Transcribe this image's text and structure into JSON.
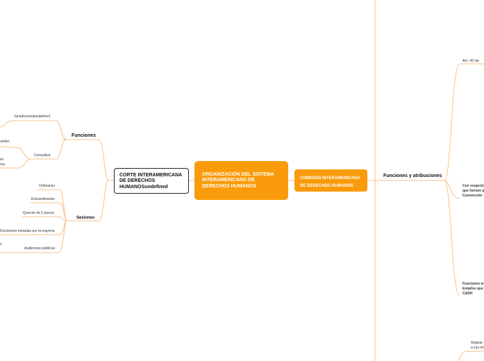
{
  "main_node": {
    "label": "ORGANIZACIÓN DEL SISTEMA INTERAMERICANO DE DERECHOS HUMANOS"
  },
  "left_branch": {
    "label": "CORTE INTERAMERICANA DE DERECHOS HUMANOSundefined",
    "funciones": {
      "label": "Funciones",
      "items": [
        "Jurisdiccionalundefined",
        "Consultiva"
      ],
      "cut_texts": [
        "usden",
        "ier",
        "rsa"
      ]
    },
    "sesiones": {
      "label": "Sesiones",
      "items": [
        "Ordinarias",
        "Extraordinarias",
        "Quorum de 5 jueces",
        "Decisiones tomadas por la mayoría",
        "Audiencias públicas"
      ],
      "cut_texts": [
        "s"
      ]
    }
  },
  "right_branch": {
    "label": "COMISIÓN INTERAMERICANA DE DERECHOS HUMANOS",
    "funciones": {
      "label": "Funciones y atribuciones",
      "items": [
        "Art.  43 de",
        "Con respecto\nque formen p\nConvención",
        "Funciones en\nEstados que\nCADH"
      ]
    },
    "cut_texts": [
      "Asignar a\na sus mi"
    ]
  },
  "colors": {
    "accent": "#f99b0b",
    "line": "#f7c08a"
  }
}
